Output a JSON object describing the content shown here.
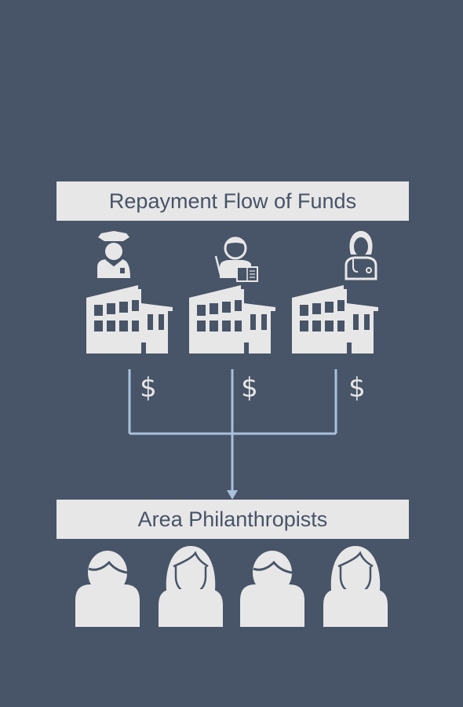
{
  "title": "Repayment Flow of Funds",
  "recipient_label": "Area Philanthropists",
  "currency_symbol": "$",
  "sources": [
    {
      "role": "police-officer"
    },
    {
      "role": "teacher"
    },
    {
      "role": "doctor"
    }
  ],
  "philanthropists": [
    {
      "figure": "male"
    },
    {
      "figure": "female"
    },
    {
      "figure": "male"
    },
    {
      "figure": "female"
    }
  ],
  "colors": {
    "background": "#485467",
    "icon": "#e7e7e8",
    "flow_line": "#a8c1dc",
    "banner_text": "#475366"
  }
}
